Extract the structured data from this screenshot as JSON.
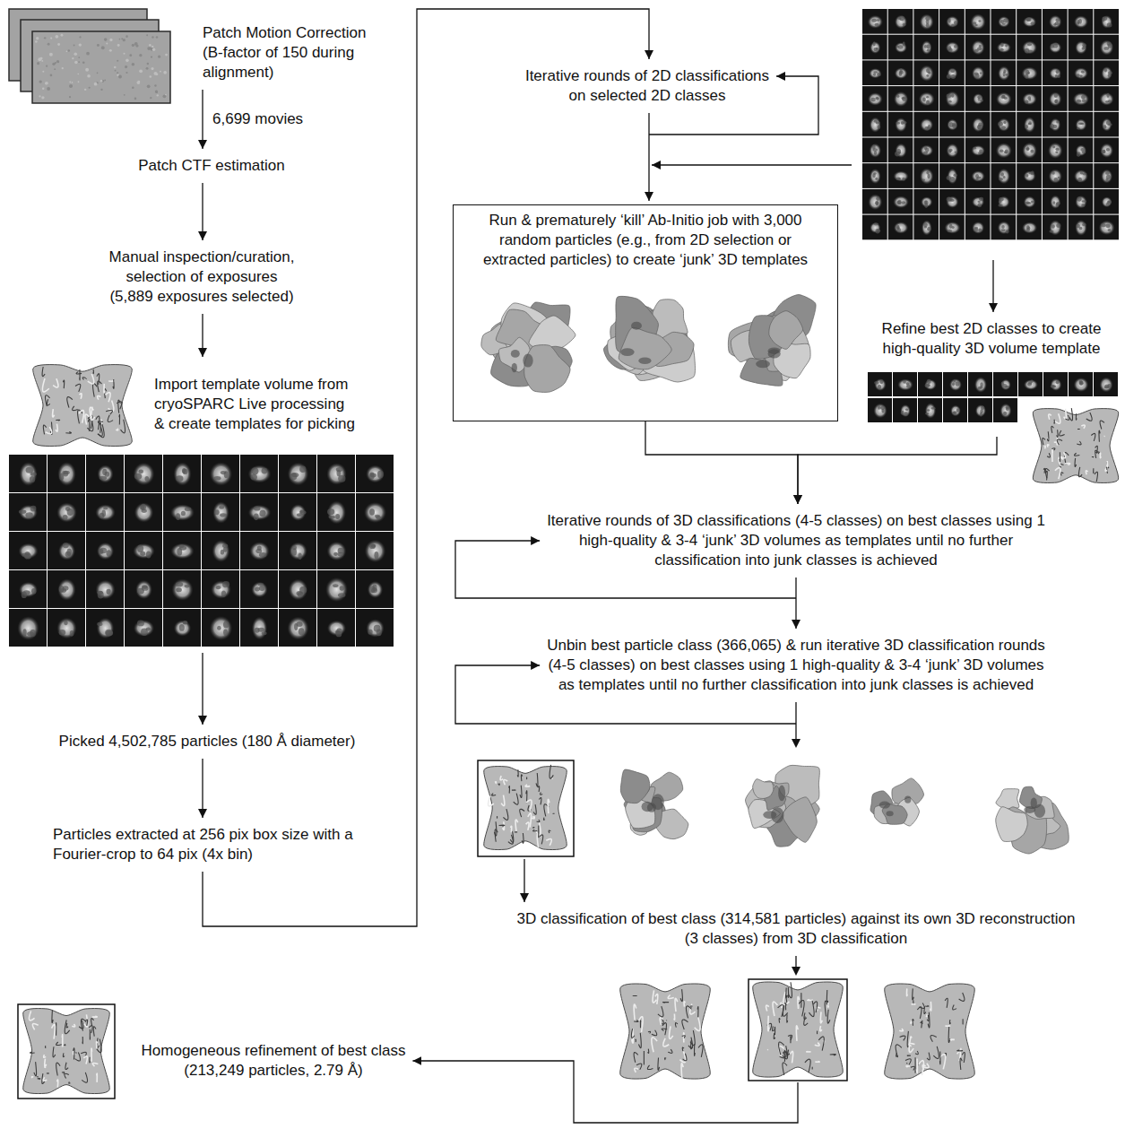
{
  "diagram": {
    "nodes": [
      {
        "text": [
          "Patch Motion Correction (B-factor of 150 during alignment)"
        ]
      },
      {
        "text": [
          "Patch CTF estimation"
        ]
      },
      {
        "text": [
          "Manual inspection/curation, selection of exposures (5,889 exposures selected)"
        ]
      },
      {
        "text": [
          "Import template volume from cryoSPARC Live processing & create templates for picking"
        ]
      },
      {
        "text": [
          "Picked 4,502,785 particles (180 Å diameter)"
        ]
      },
      {
        "text": [
          "Particles extracted at 256 pix box size with a Fourier-crop to 64 pix (4x bin)"
        ]
      },
      {
        "text": [
          "Iterative rounds of 2D classifications on selected 2D classes"
        ]
      },
      {
        "text": [
          "Run & prematurely ‘kill’ Ab-Initio job with 3,000 random particles (e.g., from 2D selection or extracted particles) to create ‘junk’ 3D templates"
        ]
      },
      {
        "text": [
          "Refine best 2D classes to create high-quality 3D volume template"
        ]
      },
      {
        "text": [
          "Iterative rounds of 3D classifications (4-5 classes) on best classes using 1 high-quality & 3-4 ‘junk’ 3D volumes as templates until no further classification into junk classes is achieved"
        ]
      },
      {
        "text": [
          "Unbin best particle class (366,065) & run iterative 3D classification rounds (4-5 classes) on best classes using 1 high-quality & 3-4 ‘junk’ 3D volumes as templates until no further classification into junk classes is achieved"
        ]
      },
      {
        "text": [
          "3D classification of best class (314,581 particles) against its own 3D reconstruction (3 classes) from 3D classification"
        ]
      },
      {
        "text": [
          "Homogeneous refinement of best class (213,249 particles, 2.79 Å)"
        ]
      }
    ],
    "edges": [
      {
        "from": 0,
        "to": 1,
        "label": "6,699 movies",
        "arrow": "to"
      },
      {
        "from": 1,
        "to": 2,
        "arrow": "to"
      },
      {
        "from": 2,
        "to": 3,
        "arrow": "to"
      },
      {
        "from": 3,
        "to": 4,
        "arrow": "to"
      },
      {
        "from": 4,
        "to": 5,
        "arrow": "to"
      },
      {
        "from": 5,
        "to": 6,
        "arrow": "to"
      },
      {
        "from": 6,
        "to": 7,
        "arrow": "to"
      },
      {
        "from": 7,
        "to": 9,
        "arrow": "to"
      },
      {
        "from": 8,
        "to": 9,
        "arrow": "to"
      },
      {
        "from": 9,
        "to": 10,
        "arrow": "to"
      },
      {
        "from": 10,
        "to": 11,
        "arrow": "to"
      },
      {
        "from": 11,
        "to": 12,
        "arrow": "to"
      }
    ]
  }
}
